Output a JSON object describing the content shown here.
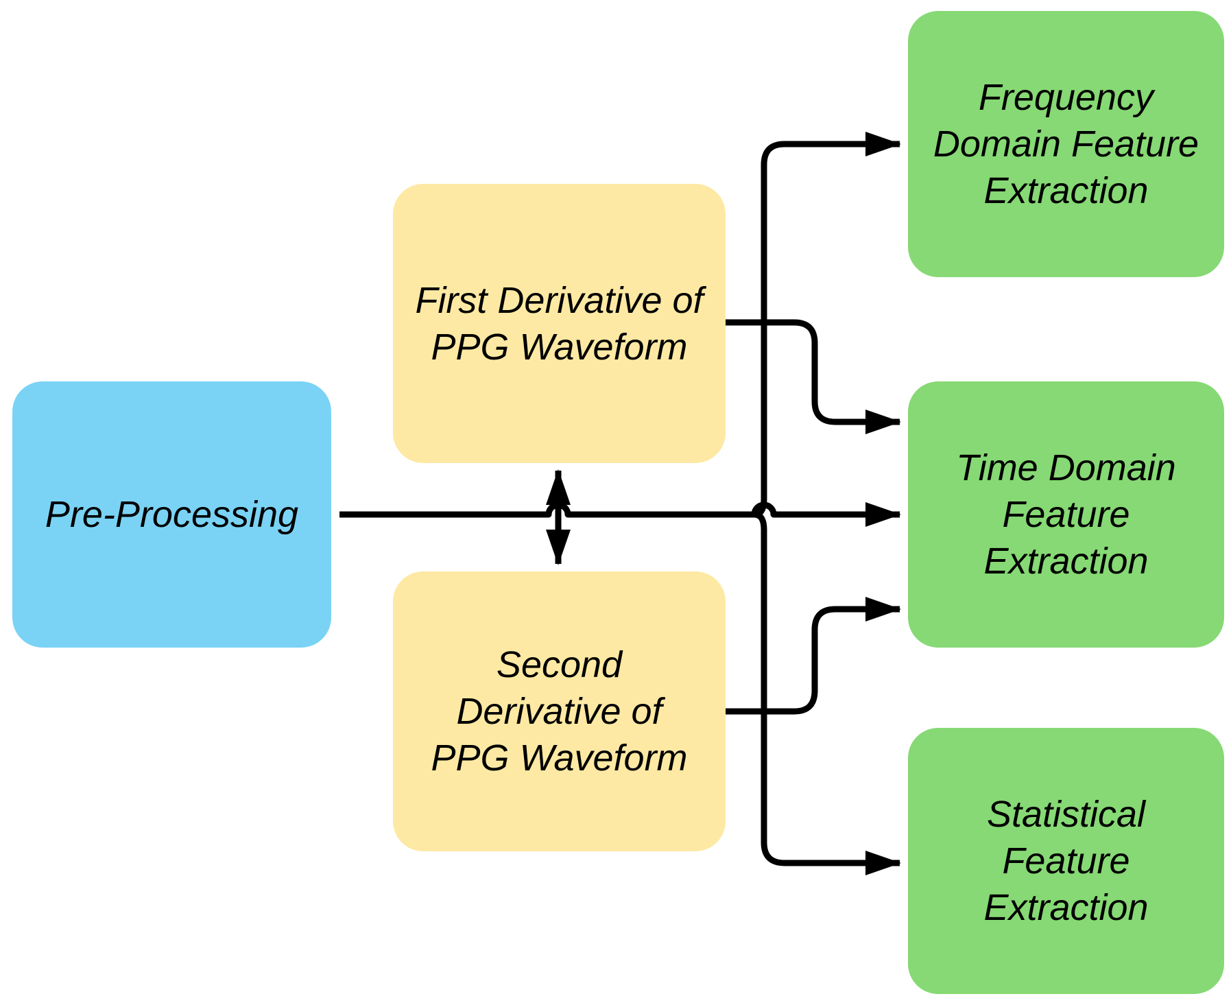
{
  "colors": {
    "preprocess": "#7ad3f5",
    "derivative": "#fde9a3",
    "extraction": "#86d974",
    "line": "#000000"
  },
  "nodes": {
    "preprocess": {
      "lines": [
        "Pre-Processing"
      ]
    },
    "first_derivative": {
      "lines": [
        "First Derivative of",
        "PPG Waveform"
      ]
    },
    "second_derivative": {
      "lines": [
        "Second",
        "Derivative of",
        "PPG Waveform"
      ]
    },
    "frequency": {
      "lines": [
        "Frequency",
        "Domain Feature",
        "Extraction"
      ]
    },
    "time": {
      "lines": [
        "Time Domain",
        "Feature",
        "Extraction"
      ]
    },
    "statistical": {
      "lines": [
        "Statistical",
        "Feature",
        "Extraction"
      ]
    }
  },
  "edges": [
    {
      "from": "preprocess",
      "to": "time"
    },
    {
      "from": "preprocess",
      "to": "first_derivative"
    },
    {
      "from": "preprocess",
      "to": "second_derivative"
    },
    {
      "from": "preprocess",
      "to": "frequency"
    },
    {
      "from": "preprocess",
      "to": "statistical"
    },
    {
      "from": "first_derivative",
      "to": "time"
    },
    {
      "from": "second_derivative",
      "to": "time"
    }
  ]
}
